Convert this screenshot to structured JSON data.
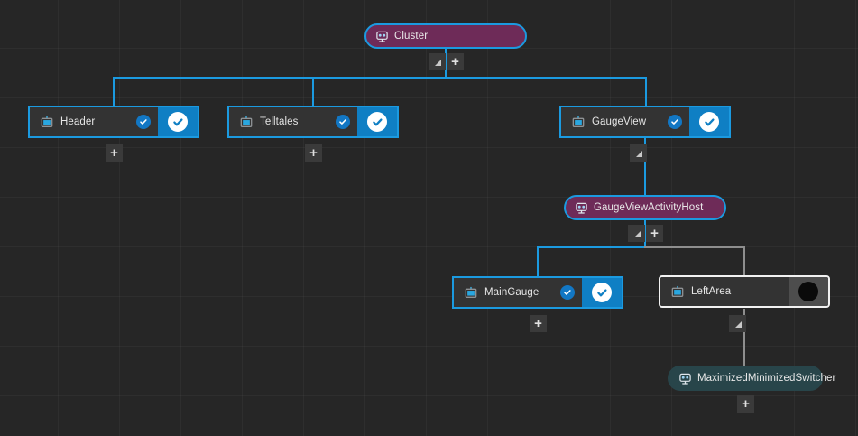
{
  "canvas": {
    "background_color": "#262626",
    "grid_line_color": "#3a3a3a",
    "edge_color": "#1b9ae0",
    "edge_selected_color": "#8e8e8e"
  },
  "nodes": [
    {
      "id": "cluster",
      "label": "Cluster",
      "shape": "pill",
      "color": "#6e2b58",
      "border_color": "#1b9ae0",
      "icon": "robot-display-icon",
      "selected": false
    },
    {
      "id": "header",
      "label": "Header",
      "shape": "rect",
      "color": "#333333",
      "border_color": "#1b9ae0",
      "icon": "monitor-icon",
      "badge": "check-badge",
      "cap": "check-circle-white",
      "cap_color": "#0f7fc4",
      "selected": false
    },
    {
      "id": "telltales",
      "label": "Telltales",
      "shape": "rect",
      "color": "#333333",
      "border_color": "#1b9ae0",
      "icon": "monitor-icon",
      "badge": "check-badge",
      "cap": "check-circle-white",
      "cap_color": "#0f7fc4",
      "selected": false
    },
    {
      "id": "gaugeview",
      "label": "GaugeView",
      "shape": "rect",
      "color": "#333333",
      "border_color": "#1b9ae0",
      "icon": "monitor-icon",
      "badge": "check-badge",
      "cap": "check-circle-white",
      "cap_color": "#0f7fc4",
      "selected": false
    },
    {
      "id": "gaugeviewactivityhost",
      "label": "GaugeViewActivityHost",
      "shape": "pill",
      "color": "#6e2b58",
      "border_color": "#1b9ae0",
      "icon": "robot-display-icon",
      "selected": false
    },
    {
      "id": "maingauge",
      "label": "MainGauge",
      "shape": "rect",
      "color": "#333333",
      "border_color": "#1b9ae0",
      "icon": "monitor-icon",
      "badge": "check-badge",
      "cap": "check-circle-white",
      "cap_color": "#0f7fc4",
      "selected": false
    },
    {
      "id": "leftarea",
      "label": "LeftArea",
      "shape": "rect",
      "color": "#333333",
      "border_color": "#f2f2f2",
      "icon": "monitor-icon",
      "badge": null,
      "cap": "filled-circle-black",
      "cap_color": "#4d4d4d",
      "selected": true
    },
    {
      "id": "maximizedminimizedswitcher",
      "label": "MaximizedMinimizedSwitcher",
      "shape": "pill",
      "color": "#28454a",
      "border_color": "#28454a",
      "icon": "robot-display-icon",
      "selected": false
    }
  ],
  "buttons": {
    "expand_label": "+",
    "collapse_label": "◢",
    "cluster_collapse_name": "collapse-cluster",
    "cluster_expand_name": "expand-cluster",
    "header_expand_name": "expand-header",
    "telltales_expand_name": "expand-telltales",
    "gaugeview_collapse_name": "collapse-gaugeview",
    "host_collapse_name": "collapse-gaugeviewactivityhost",
    "host_expand_name": "expand-gaugeviewactivityhost",
    "maingauge_expand_name": "expand-maingauge",
    "leftarea_collapse_name": "collapse-leftarea",
    "switcher_expand_name": "expand-maximizedminimizedswitcher"
  }
}
